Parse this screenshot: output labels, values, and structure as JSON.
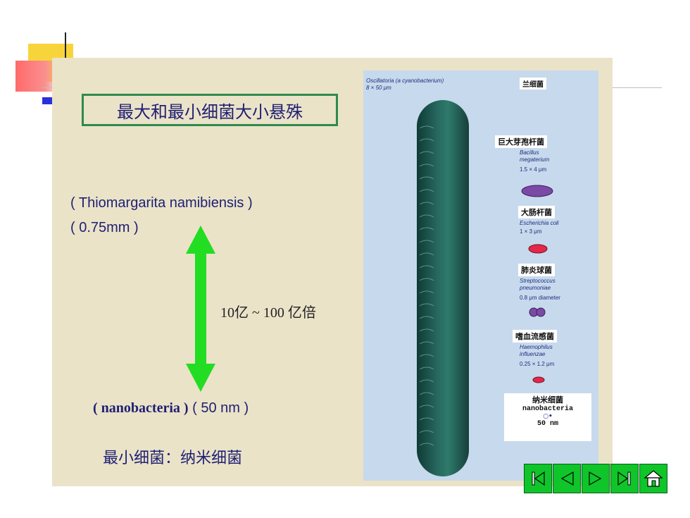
{
  "slide": {
    "title": "最大和最小细菌大小悬殊",
    "largest_name": "( Thiomargarita namibiensis )",
    "largest_size": "( 0.75mm )",
    "ratio": "10亿 ~ 100 亿倍",
    "smallest_name": "( nanobacteria )",
    "smallest_size": "( 50 nm )",
    "smallest_note": "最小细菌：纳米细菌"
  },
  "figure": {
    "top_caption_1": "Oscillatoria (a cyanobacterium)",
    "top_caption_2": "8 × 50 μm",
    "top_label": "兰细菌",
    "items": [
      {
        "cn": "巨大芽孢杆菌",
        "latin1": "Bacillus",
        "latin2": "megaterium",
        "size": "1.5 × 4 μm",
        "color": "#7a4aa6"
      },
      {
        "cn": "大肠杆菌",
        "latin1": "Escherichia coli",
        "latin2": "",
        "size": "1 × 3 μm",
        "color": "#e3284a"
      },
      {
        "cn": "肺炎球菌",
        "latin1": "Streptococcus",
        "latin2": "pneumoniae",
        "size": "0.8 μm diameter",
        "color": "#7a4aa6"
      },
      {
        "cn": "嗜血流感菌",
        "latin1": "Haemophilus",
        "latin2": "influenzae",
        "size": "0.25 × 1.2 μm",
        "color": "#e3284a"
      },
      {
        "cn": "纳米细菌",
        "latin1": "nanobacteria",
        "latin2": "",
        "size": "50 nm",
        "color": "#1d2f7e"
      }
    ]
  },
  "colors": {
    "slide_bg": "#eae3c8",
    "title_border": "#2e8a4e",
    "arrow": "#22dd22",
    "nav_green": "#0fc52a"
  },
  "nav": {
    "first_label": "first-slide",
    "prev_label": "previous-slide",
    "next_label": "next-slide",
    "last_label": "last-slide",
    "home_label": "home"
  }
}
